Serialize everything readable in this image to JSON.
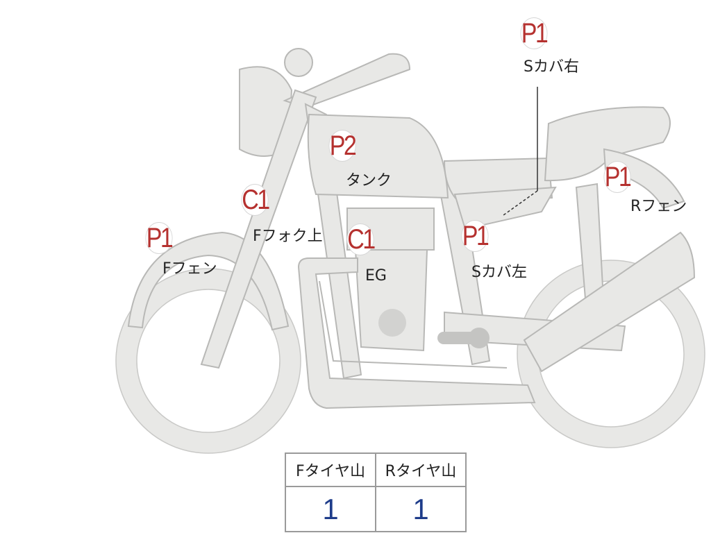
{
  "markers": [
    {
      "id": "s-cover-right",
      "code": "P1",
      "label": "Sカバ右",
      "color": "#b5312f"
    },
    {
      "id": "tank",
      "code": "P2",
      "label": "タンク",
      "color": "#b5312f"
    },
    {
      "id": "front-fork-upper",
      "code": "C1",
      "label": "Fフォク上",
      "color": "#b5312f"
    },
    {
      "id": "front-fender",
      "code": "P1",
      "label": "Fフェン",
      "color": "#b5312f"
    },
    {
      "id": "engine",
      "code": "C1",
      "label": "EG",
      "color": "#b5312f"
    },
    {
      "id": "s-cover-left",
      "code": "P1",
      "label": "Sカバ左",
      "color": "#b5312f"
    },
    {
      "id": "rear-fender",
      "code": "P1",
      "label": "Rフェン",
      "color": "#b5312f"
    }
  ],
  "tire_table": {
    "headers": [
      "Fタイヤ山",
      "Rタイヤ山"
    ],
    "values": [
      "1",
      "1"
    ],
    "value_color": "#1e3c8a"
  },
  "colors": {
    "bike_fill": "#e8e8e6",
    "bike_outline": "#b8b8b6",
    "marker_text": "#b5312f"
  }
}
